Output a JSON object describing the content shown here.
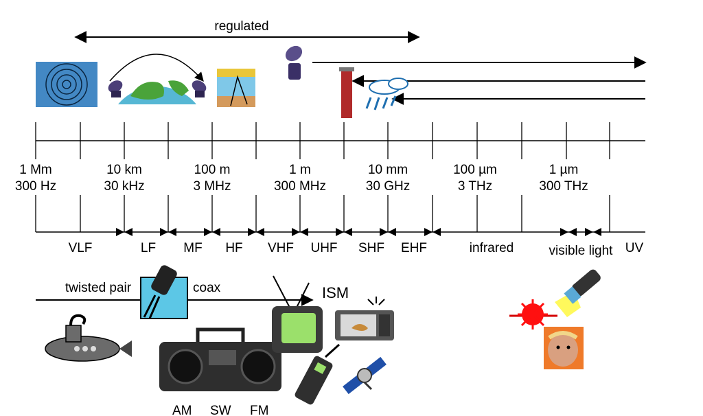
{
  "top": {
    "regulated": "regulated"
  },
  "scale": {
    "wavelength_freq": [
      {
        "wl": "1 Mm",
        "fq": "300 Hz"
      },
      {
        "wl": "10 km",
        "fq": "30 kHz"
      },
      {
        "wl": "100 m",
        "fq": "3 MHz"
      },
      {
        "wl": "1 m",
        "fq": "300 MHz"
      },
      {
        "wl": "10 mm",
        "fq": "30 GHz"
      },
      {
        "wl": "100 µm",
        "fq": "3 THz"
      },
      {
        "wl": "1 µm",
        "fq": "300 THz"
      }
    ]
  },
  "bands": [
    "VLF",
    "LF",
    "MF",
    "HF",
    "VHF",
    "UHF",
    "SHF",
    "EHF",
    "infrared",
    "visible light",
    "UV"
  ],
  "media": {
    "twisted_pair": "twisted pair",
    "coax": "coax",
    "ism": "ISM"
  },
  "radio": {
    "am": "AM",
    "sw": "SW",
    "fm": "FM"
  },
  "icons": [
    "water-waves-icon",
    "satellite-dish-icon",
    "earth-icon",
    "ionosphere-icon",
    "antenna-icon",
    "wall-icon",
    "rain-cloud-icon",
    "coax-cable-icon",
    "submarine-icon",
    "boombox-icon",
    "television-icon",
    "microwave-oven-icon",
    "mobile-phone-icon",
    "satellite-icon",
    "flashlight-icon",
    "laser-icon",
    "face-icon"
  ]
}
